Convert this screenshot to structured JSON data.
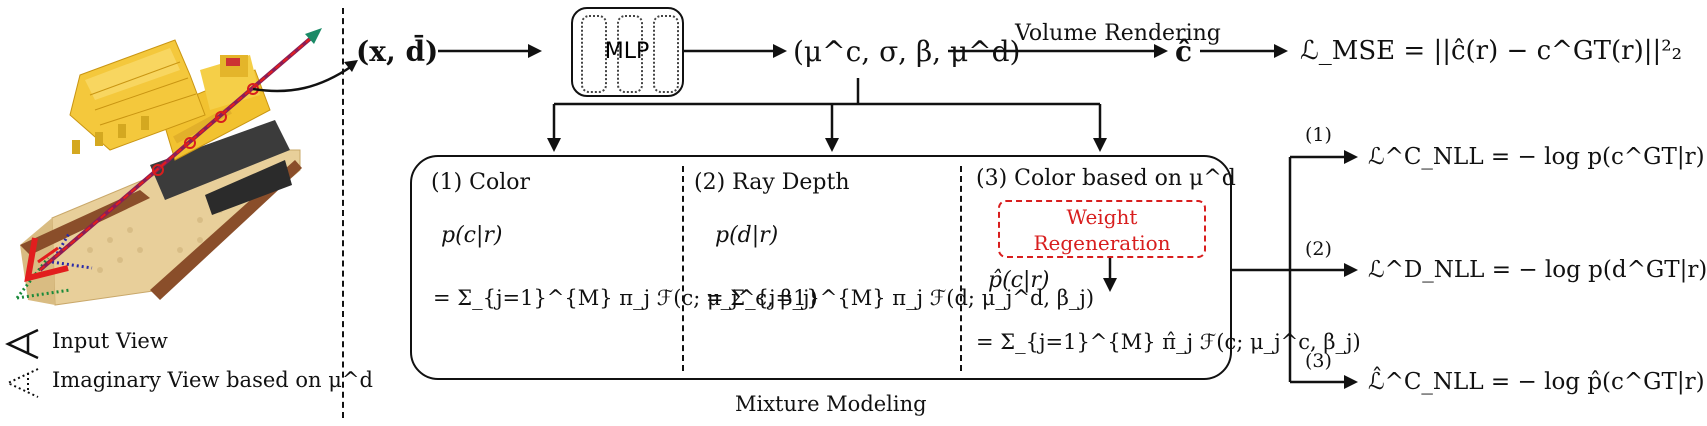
{
  "input": {
    "tuple": "(x, d̄)",
    "legend_input": "Input View",
    "legend_imaginary": "Imaginary View based on μ^d"
  },
  "mlp": {
    "label": "MLP"
  },
  "outputs": {
    "tuple": "(μ^c, σ, β, μ^d)"
  },
  "render": {
    "label": "Volume Rendering",
    "chat": "ĉ",
    "mse": "ℒ_MSE = ||ĉ(r) − c^GT(r)||²₂"
  },
  "mixture": {
    "caption": "Mixture Modeling",
    "color": {
      "title": "(1) Color",
      "prob": "p(c|r)",
      "sum": "= Σ_{j=1}^{M} π_j ℱ(c; μ_j^c, β_j)"
    },
    "depth": {
      "title": "(2) Ray Depth",
      "prob": "p(d|r)",
      "sum": "= Σ_{j=1}^{M} π_j ℱ(d; μ_j^d, β_j)"
    },
    "color_d": {
      "title": "(3) Color based on μ^d",
      "regen_line1": "Weight",
      "regen_line2": "Regeneration",
      "prob": "p̂(c|r)",
      "sum": "= Σ_{j=1}^{M} π̂_j ℱ(c; μ_j^c, β_j)"
    }
  },
  "losses": [
    {
      "tag": "(1)",
      "expr": "ℒ^C_NLL = − log p(c^GT|r)"
    },
    {
      "tag": "(2)",
      "expr": "ℒ^D_NLL = − log p(d^GT|r)"
    },
    {
      "tag": "(3)",
      "expr": "ℒ̂^C_NLL = − log p̂(c^GT|r)"
    }
  ],
  "colors": {
    "accent_red": "#d81e1e",
    "ray_blue": "#2a2aa8",
    "ray_green": "#1a8a3a",
    "toy_yellow": "#f2c230"
  }
}
